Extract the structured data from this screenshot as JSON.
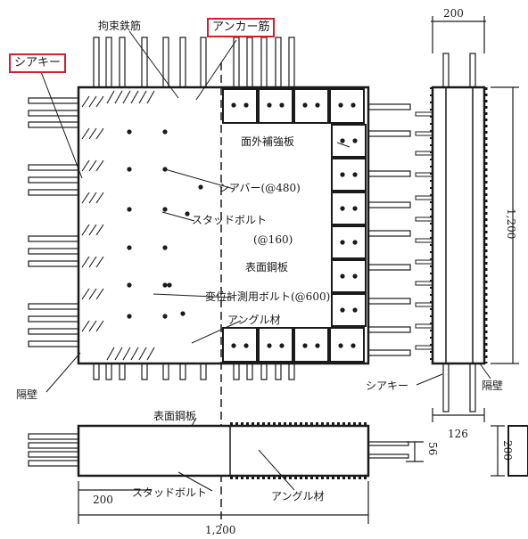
{
  "labels": {
    "kousoku_tekkin": "拘束鉄筋",
    "anchor_kin": "アンカー筋",
    "shear_key_1": "シアキー",
    "menkai_hokyoban": "面外補強板",
    "shear_bar": "シアバー(@480)",
    "stud_bolt": "スタッドボルト",
    "stud_bolt_pitch": "(@160)",
    "hyomen_kouban": "表面鋼板",
    "heni_bolt": "変位計測用ボルト(@600)",
    "angle_1": "アングル材",
    "kakuheki_1": "隔壁",
    "hyomen_kouban_2": "表面鋼板",
    "stud_bolt_2": "スタッドボルト",
    "angle_2": "アングル材",
    "shear_key_2": "シアキー",
    "kakuheki_2": "隔壁"
  },
  "dimensions": {
    "d_200_top": "200",
    "d_1200_right": "1,200",
    "d_126": "126",
    "d_56": "56",
    "d_200_side": "200",
    "d_200_bottom": "200",
    "d_1200_bottom": "1,200"
  },
  "colors": {
    "ink": "#1a1a1a",
    "highlight_border": "#d21f2b"
  }
}
